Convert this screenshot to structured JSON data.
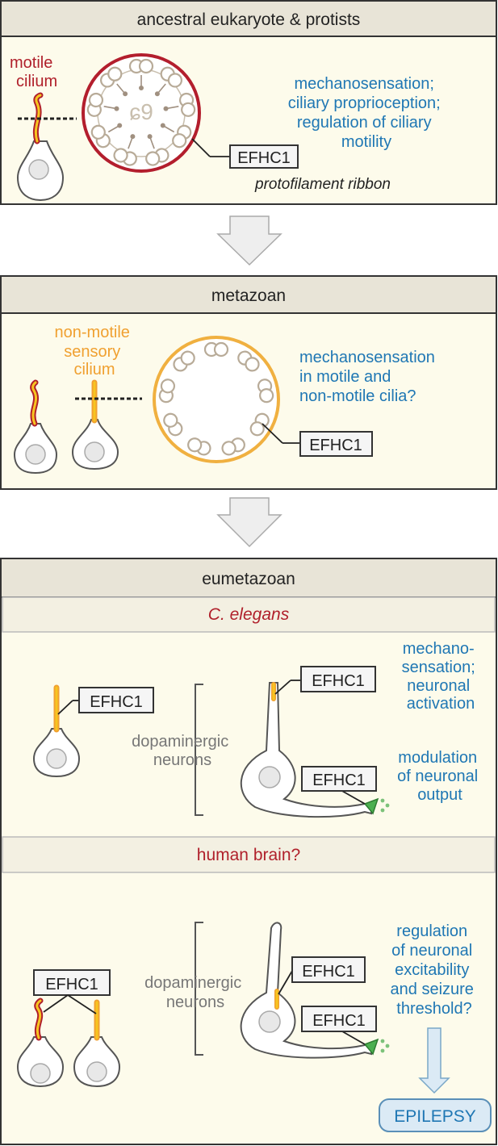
{
  "colors": {
    "panel_bg": "#fdfbeb",
    "header_bg": "#e8e4d7",
    "border": "#333333",
    "blue_text": "#1f77b4",
    "red_text": "#b0202b",
    "orange_text": "#f0a030",
    "gray_text": "#777777",
    "cilium_yellow": "#f7c520",
    "cilium_red": "#b0202b",
    "axoneme_ring_red": "#b31e2d",
    "axoneme_ring_orange": "#f0b040",
    "doublet": "#b8ab98",
    "arrow_fill": "#eeeeee",
    "epilepsy_fill": "#dbeaf5",
    "synapse_green": "#4caf50"
  },
  "panel1": {
    "header": "ancestral eukaryote & protists",
    "cilium_label": [
      "motile",
      "cilium"
    ],
    "function_text": [
      "mechanosensation;",
      "ciliary proprioception;",
      "regulation of ciliary",
      "motility"
    ],
    "tag": "EFHC1",
    "ribbon_label": "protofilament ribbon"
  },
  "panel2": {
    "header": "metazoan",
    "cilium_label": [
      "non-motile",
      "sensory",
      "cilium"
    ],
    "function_text": [
      "mechanosensation",
      "in motile and",
      "non-motile cilia?"
    ],
    "tag": "EFHC1"
  },
  "panel3": {
    "header": "eumetazoan",
    "sub1": {
      "header": "C. elegans",
      "tag_cilium": "EFHC1",
      "neuron_label": [
        "dopaminergic",
        "neurons"
      ],
      "tag_dendrite": "EFHC1",
      "tag_synapse": "EFHC1",
      "function_text_1": [
        "mechano-",
        "sensation;",
        "neuronal",
        "activation"
      ],
      "function_text_2": [
        "modulation",
        "of neuronal",
        "output"
      ]
    },
    "sub2": {
      "header": "human brain?",
      "tag_cilia": "EFHC1",
      "neuron_label": [
        "dopaminergic",
        "neurons"
      ],
      "tag_dendrite": "EFHC1",
      "tag_synapse": "EFHC1",
      "function_text": [
        "regulation",
        "of neuronal",
        "excitability",
        "and seizure",
        "threshold?"
      ],
      "outcome": "EPILEPSY"
    }
  }
}
